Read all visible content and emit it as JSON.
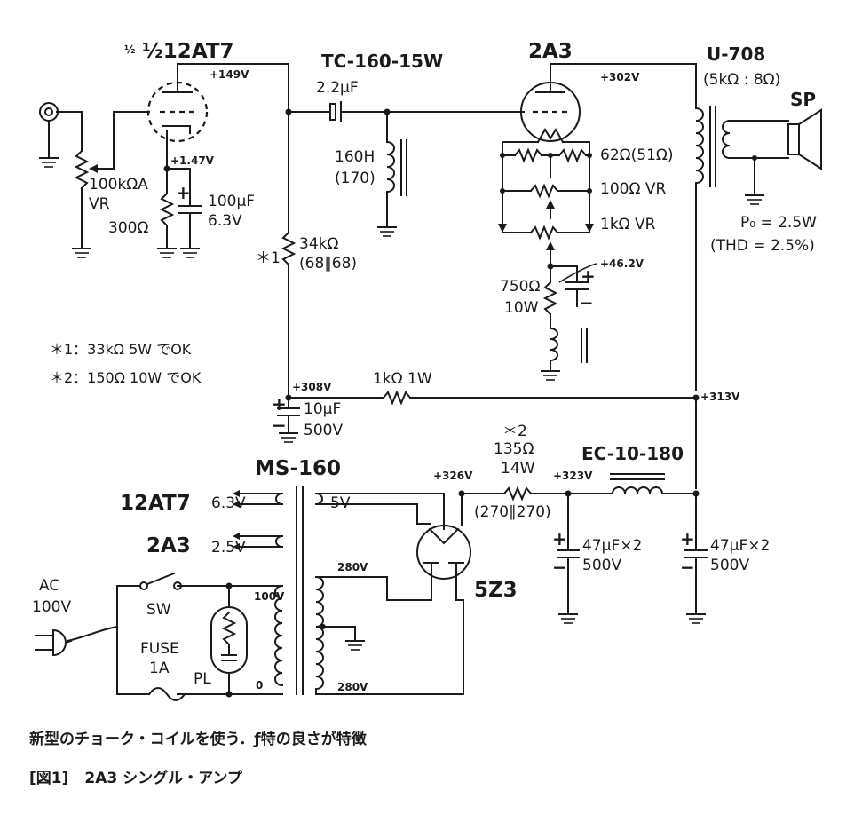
{
  "tubes": {
    "v1": "½12AT7",
    "v2": "2A3",
    "rect": "5Z3",
    "heater1": "12AT7",
    "heater2": "2A3"
  },
  "parts": {
    "coupling_trans": "TC-160-15W",
    "coupling_cap": "2.2μF",
    "choke_l": "160H",
    "choke_l2": "(170)",
    "out_trans": "U-708",
    "out_trans_ratio": "(5kΩ : 8Ω)",
    "speaker": "SP",
    "vol": "100kΩA",
    "vol2": "VR",
    "rk1": "300Ω",
    "ck1": "100μF",
    "ck1v": "6.3V",
    "rp1": "34kΩ",
    "rp1b": "(68∥68)",
    "r62": "62Ω(51Ω)",
    "vr100": "100Ω VR",
    "vr1k": "1kΩ VR",
    "rk2": "750Ω",
    "rk2w": "10W",
    "r1k": "1kΩ 1W",
    "c10": "10μF",
    "c10v": "500V",
    "power_trans": "MS-160",
    "sec63": "6.3V",
    "sec5": "5V",
    "sec25": "2.5V",
    "pri100": "100V",
    "pri0": "0",
    "hv1": "280V",
    "hv2": "280V",
    "r135": "135Ω",
    "r135w": "14W",
    "r135b": "(270∥270)",
    "choke2": "EC-10-180",
    "c47a": "47μF×2",
    "c47av": "500V",
    "c47b": "47μF×2",
    "c47bv": "500V",
    "ac": "AC",
    "ac2": "100V",
    "sw": "SW",
    "fuse": "FUSE",
    "fuse2": "1A",
    "pl": "PL"
  },
  "voltages": {
    "v149": "+149V",
    "v147": "+1.47V",
    "v302": "+302V",
    "v462": "+46.2V",
    "v308": "+308V",
    "v313": "+313V",
    "v326": "+326V",
    "v323": "+323V"
  },
  "marks": {
    "m1": "＊1",
    "m2": "＊2"
  },
  "output": {
    "po": "P₀ = 2.5W",
    "thd": "(THD = 2.5%)"
  },
  "notes": {
    "n1": "＊1：33kΩ  5W でOK",
    "n2": "＊2：150Ω  10W でOK"
  },
  "caption": "新型のチョーク・コイルを使う．ƒ特の良さが特徴",
  "figure": {
    "num": "[図1]",
    "title": "2A3 シングル・アンプ"
  }
}
